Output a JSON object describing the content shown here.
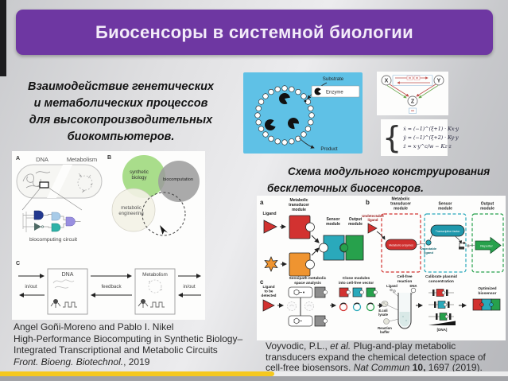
{
  "slide": {
    "title": "Биосенсоры в системной биологии"
  },
  "captions": {
    "left": [
      "Взаимодействие генетических",
      "и метаболических процессов",
      "для высокопроизводительных",
      "биокомпьютеров."
    ],
    "right": [
      "Схема модульного конструирования",
      "бесклеточных биосенсоров."
    ]
  },
  "left_figure": {
    "panel_a": "A",
    "panel_b": "B",
    "panel_c": "C",
    "dna": "DNA",
    "metabolism": "Metabolism",
    "biocomputing_circuit": "biocomputing circuit",
    "venn": {
      "synthetic": [
        "synthetic",
        "biology"
      ],
      "biocomputation": "biocomputation",
      "metabolic": [
        "metabolic",
        "engineering"
      ]
    },
    "flow": {
      "dna": "DNA",
      "metabolism": "Metabolism",
      "feedback": "feedback",
      "inout_left": "in/out",
      "inout_right": "in/out"
    }
  },
  "vesicle_figure": {
    "substrate": "Substrate",
    "enzyme": "Enzyme",
    "product": "Product"
  },
  "network_figure": {
    "node_x": "X",
    "node_y": "Y",
    "node_z": "Z",
    "equations": [
      "ẋ = (−1)^(ξ+1) · Kx·y",
      "ẏ = (−1)^(ξ+2) · Ky·y",
      "ż = x·y^c/w − Kz·z"
    ]
  },
  "modular_figure": {
    "panel_a": "a",
    "panel_b": "b",
    "panel_c": "c",
    "ligand": "Ligand",
    "transducer_module": [
      "Metabolic",
      "transducer",
      "module"
    ],
    "sensor_module": [
      "Sensor",
      "module"
    ],
    "output_module": [
      "Output",
      "module"
    ],
    "undetectable_ligand": [
      "Undetectable",
      "ligand"
    ],
    "detectable_ligand": [
      "Detectable",
      "ligand"
    ],
    "metabolic_enzymes": "Metabolic enzymes",
    "transcription_factor": "Transcription factor",
    "reporter": "Reporter",
    "ligand_to_detect": [
      "Ligand",
      "to be",
      "detected"
    ],
    "sensipath": [
      "Sensipath metabolic",
      "space analysis"
    ],
    "clone": [
      "Clone modules",
      "into cell-free vector"
    ],
    "cell_free": [
      "Cell-free",
      "reaction"
    ],
    "tube_ligand": "Ligand",
    "tube_dna": "DNA",
    "ecoli": [
      "E.coli",
      "lysate"
    ],
    "buffer": [
      "Reaction",
      "buffer"
    ],
    "calibrate": [
      "Calibrate plasmid",
      "concentration"
    ],
    "dna_axis": "[DNA]",
    "optimized": [
      "Optimized",
      "biosensor"
    ]
  },
  "citations": {
    "left": {
      "line1": "Angel Goñi-Moreno and Pablo I. Nikel",
      "line2": "High-Performance Biocomputing in Synthetic Biology–",
      "line3": "Integrated Transcriptional and Metabolic Circuits",
      "journal": "Front. Bioeng. Biotechnol.",
      "suffix": ", 2019"
    },
    "right": {
      "authors": "Voyvodic, P.L., ",
      "etal": "et al.",
      "body": " Plug-and-play metabolic transducers expand the chemical detection space of cell-free biosensors. ",
      "journal": "Nat Commun ",
      "volume": "10,",
      "suffix": " 1697 (2019)."
    }
  },
  "colors": {
    "banner_purple": "#6e37a2",
    "vesicle_blue": "#5fc1e6",
    "module_red": "#d23230",
    "module_orange": "#ef9430",
    "module_teal": "#2aa9bb",
    "module_green": "#27a14c",
    "progress_yellow": "#f5c81e"
  }
}
